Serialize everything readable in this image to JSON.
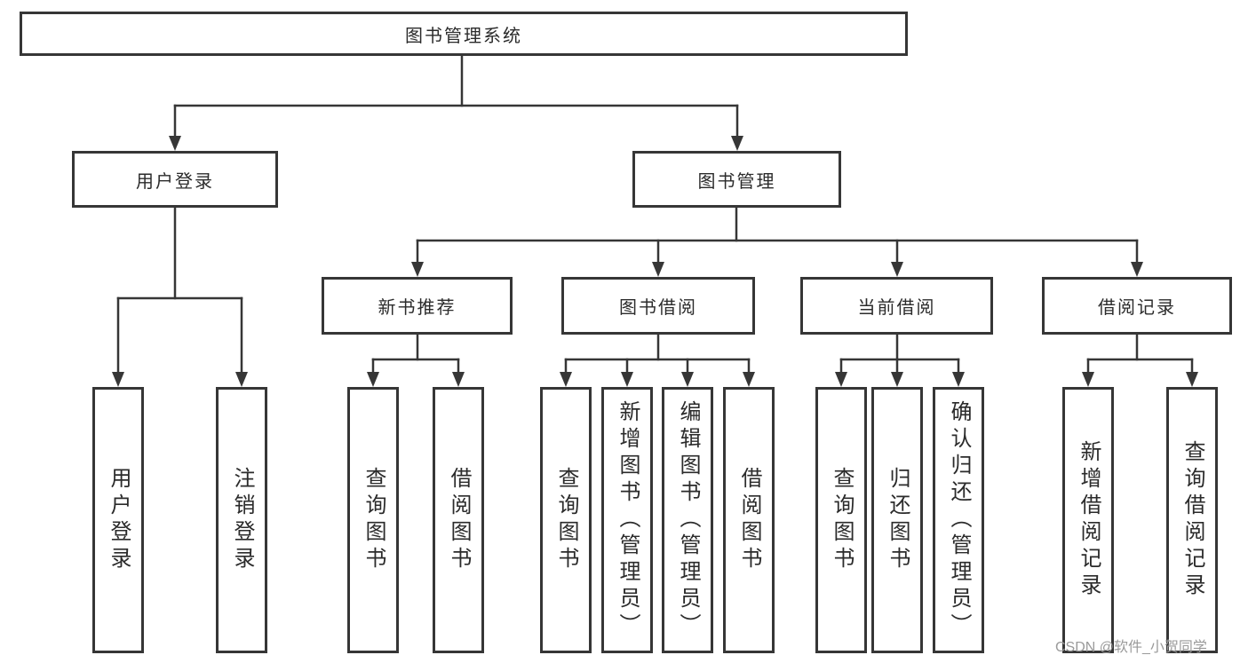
{
  "colors": {
    "line": "#363636",
    "text": "#2b2b2b",
    "watermark_text": "#9a9a9a",
    "background": "#ffffff"
  },
  "watermark": {
    "text": "CSDN @软件_小贺同学"
  },
  "tree": {
    "root": {
      "label": "图书管理系统",
      "children": [
        {
          "label": "用户登录",
          "children": [
            {
              "label": "用户登录"
            },
            {
              "label": "注销登录"
            }
          ]
        },
        {
          "label": "图书管理",
          "children": [
            {
              "label": "新书推荐",
              "children": [
                {
                  "label": "查询图书"
                },
                {
                  "label": "借阅图书"
                }
              ]
            },
            {
              "label": "图书借阅",
              "children": [
                {
                  "label": "查询图书"
                },
                {
                  "label": "新增图书（管理员）"
                },
                {
                  "label": "编辑图书（管理员）"
                },
                {
                  "label": "借阅图书"
                }
              ]
            },
            {
              "label": "当前借阅",
              "children": [
                {
                  "label": "查询图书"
                },
                {
                  "label": "归还图书"
                },
                {
                  "label": "确认归还（管理员）"
                }
              ]
            },
            {
              "label": "借阅记录",
              "children": [
                {
                  "label": "新增借阅记录"
                },
                {
                  "label": "查询借阅记录"
                }
              ]
            }
          ]
        }
      ]
    }
  }
}
